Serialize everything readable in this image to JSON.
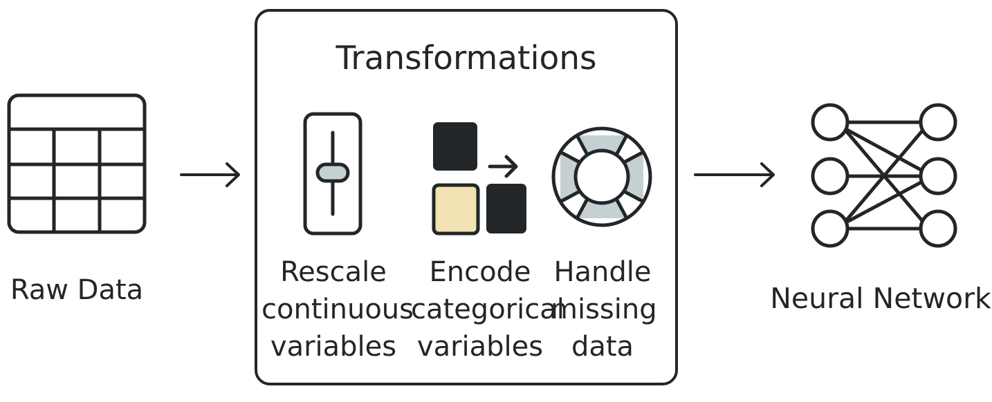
{
  "raw_data": {
    "label": "Raw Data",
    "icon": "table-icon"
  },
  "transformations": {
    "title": "Transformations",
    "steps": [
      {
        "lines": [
          "Rescale",
          "continuous",
          "variables"
        ],
        "icon": "slider-icon"
      },
      {
        "lines": [
          "Encode",
          "categorical",
          "variables"
        ],
        "icon": "encode-squares-icon"
      },
      {
        "lines": [
          "Handle",
          "missing",
          "data"
        ],
        "icon": "lifebuoy-icon"
      }
    ]
  },
  "neural_network": {
    "label": "Neural Network",
    "icon": "neural-network-icon"
  },
  "colors": {
    "stroke": "#222628",
    "slider_knob": "#c5d0d3",
    "encoded_square": "#f1e2b3",
    "lifebuoy_band": "#c5d0d3"
  }
}
